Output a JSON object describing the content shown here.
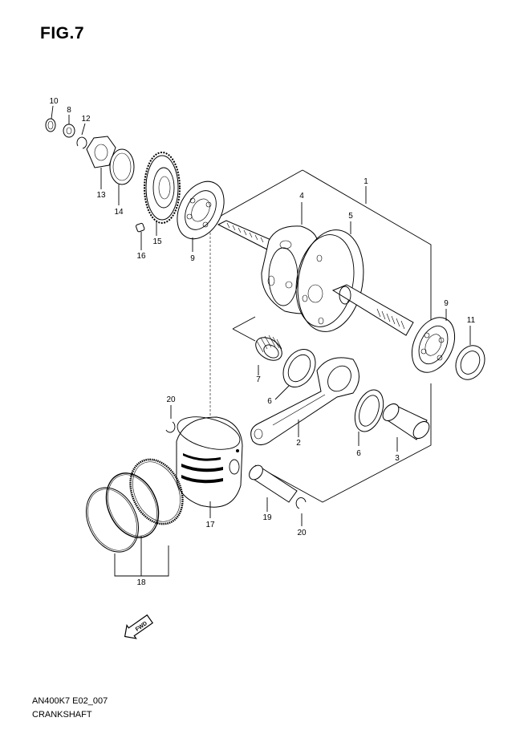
{
  "header": {
    "figure_title": "FIG.7"
  },
  "footer": {
    "model_code": "AN400K7 E02_007",
    "part_name": "CRANKSHAFT"
  },
  "direction_marker": {
    "label": "FWD"
  },
  "callouts": [
    {
      "id": "c1",
      "label": "1"
    },
    {
      "id": "c2",
      "label": "2"
    },
    {
      "id": "c3",
      "label": "3"
    },
    {
      "id": "c4",
      "label": "4"
    },
    {
      "id": "c5",
      "label": "5"
    },
    {
      "id": "c6a",
      "label": "6"
    },
    {
      "id": "c6b",
      "label": "6"
    },
    {
      "id": "c7",
      "label": "7"
    },
    {
      "id": "c8",
      "label": "8"
    },
    {
      "id": "c9a",
      "label": "9"
    },
    {
      "id": "c9b",
      "label": "9"
    },
    {
      "id": "c10",
      "label": "10"
    },
    {
      "id": "c11",
      "label": "11"
    },
    {
      "id": "c12",
      "label": "12"
    },
    {
      "id": "c13",
      "label": "13"
    },
    {
      "id": "c14",
      "label": "14"
    },
    {
      "id": "c15",
      "label": "15"
    },
    {
      "id": "c16",
      "label": "16"
    },
    {
      "id": "c17",
      "label": "17"
    },
    {
      "id": "c18",
      "label": "18"
    },
    {
      "id": "c19",
      "label": "19"
    },
    {
      "id": "c20a",
      "label": "20"
    },
    {
      "id": "c20b",
      "label": "20"
    }
  ]
}
